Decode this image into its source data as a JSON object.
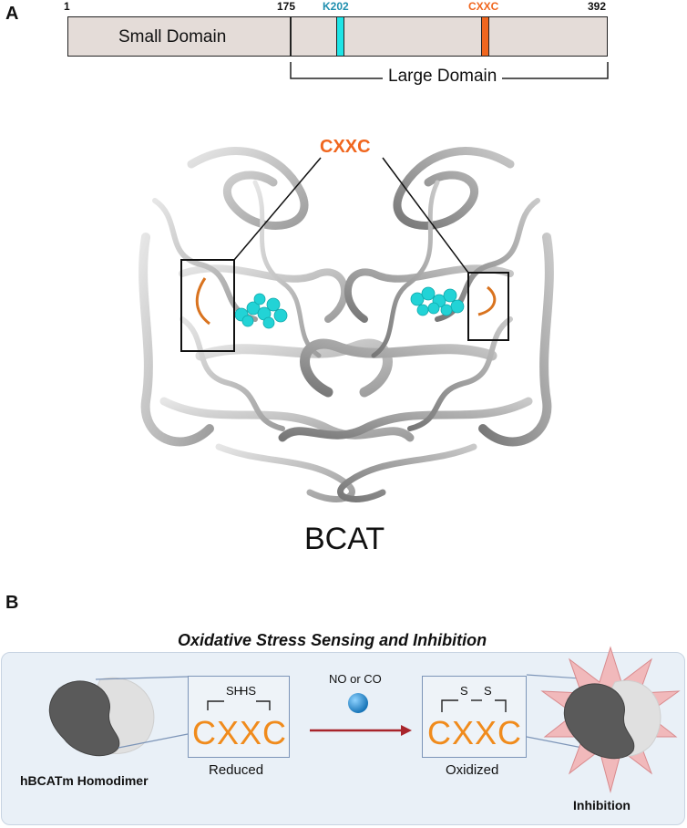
{
  "panel_a": {
    "label": "A",
    "ticks": {
      "start": "1",
      "split": "175",
      "end": "392"
    },
    "markers": {
      "k202": "K202",
      "cxxc": "CXXC"
    },
    "small_domain": "Small Domain",
    "large_domain": "Large Domain",
    "structure_callout": "CXXC",
    "structure_title": "BCAT"
  },
  "panel_b": {
    "label": "B",
    "title": "Oxidative Stress Sensing and Inhibition",
    "reduced": {
      "sh1": "SH",
      "sh2": "HS",
      "motif": "CXXC",
      "caption": "Reduced"
    },
    "reagent": "NO or CO",
    "oxidized": {
      "s1": "S",
      "s2": "S",
      "motif": "CXXC",
      "caption": "Oxidized"
    },
    "left_label": "hBCATm Homodimer",
    "right_label": "Inhibition"
  },
  "colors": {
    "k202": "#1ee4e6",
    "cxxc": "#f0661e",
    "motif_text": "#f08b1c",
    "ligand": "#22d3d6",
    "protein": "#b9b9b9",
    "arrow": "#a8242b",
    "sphere": "#1a8fd6",
    "burst": "#f1b9bb"
  }
}
